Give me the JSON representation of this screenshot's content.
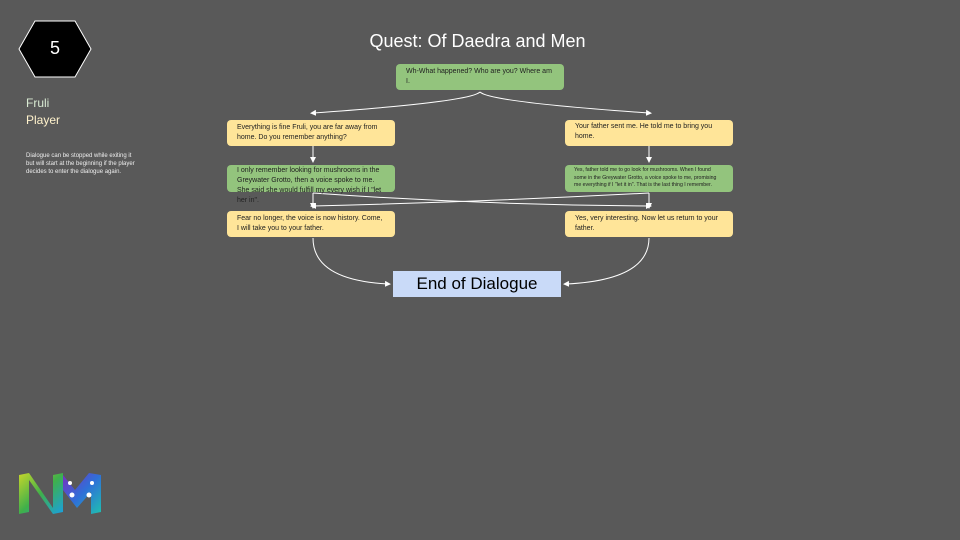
{
  "step_number": "5",
  "speaker": {
    "name": "Fruli",
    "role": "Player"
  },
  "note": "Dialogue can be stopped while exiting it but will start at the beginning if the player decides to enter the dialogue again.",
  "title": "Quest: Of Daedra and Men",
  "nodes": {
    "start": "Wh-What happened? Who are you? Where am I.",
    "left_1": "Everything is fine Fruli, you are far away from home. Do you remember anything?",
    "left_2": "I only remember looking for mushrooms in the Greywater Grotto, then a voice spoke to me. She said she would fulfill my every wish if I \"let her in\".",
    "left_3": "Fear no longer, the voice is now history. Come, I will take you to your father.",
    "right_1": "Your father sent me. He told me to bring you home.",
    "right_2": "Yes, father told me to go look for mushrooms. When I found some in the Greywater Grotto, a voice spoke to me, promising me everything if I \"let it in\". That is the last thing I remember.",
    "right_3": "Yes, very interesting. Now let us return to your father.",
    "end": "End of Dialogue"
  },
  "colors": {
    "player": "#93c47d",
    "npc": "#ffe599",
    "end": "#c9daf8",
    "background": "#595959"
  }
}
